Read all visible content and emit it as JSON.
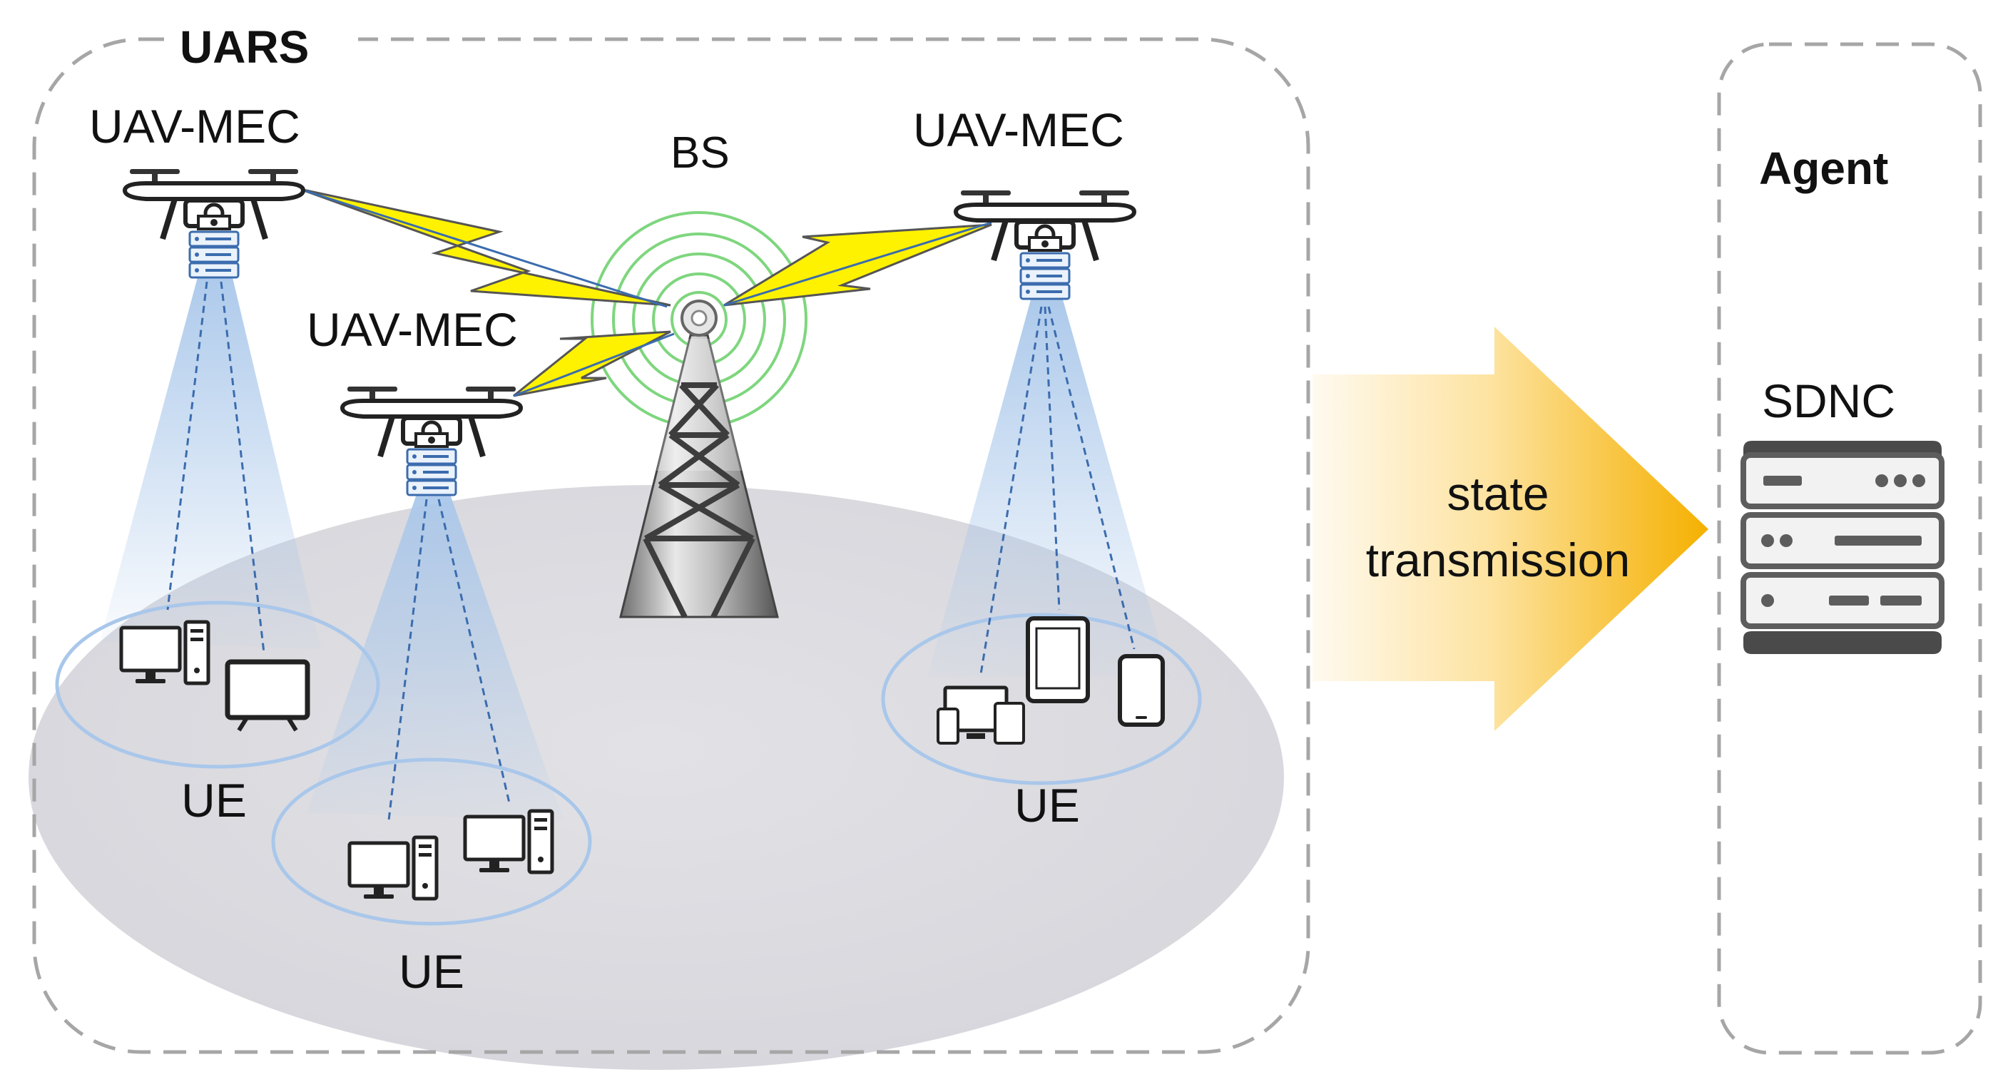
{
  "labels": {
    "uars": "UARS",
    "uav_left": "UAV-MEC",
    "uav_middle": "UAV-MEC",
    "uav_right": "UAV-MEC",
    "bs": "BS",
    "agent": "Agent",
    "sdnc": "SDNC",
    "ue_left": "UE",
    "ue_middle": "UE",
    "ue_right": "UE",
    "arrow_line1": "state",
    "arrow_line2": "transmission"
  },
  "colors": {
    "dashed_border": "#a6a6a6",
    "ground_ellipse": "#dcdce2",
    "beam": "#a9c7ea",
    "lightning": "#fff200",
    "arrow_start": "#fff5df",
    "arrow_end": "#f5b300",
    "signal_rings": "#7ed67e",
    "server": "#5d5d5d"
  }
}
